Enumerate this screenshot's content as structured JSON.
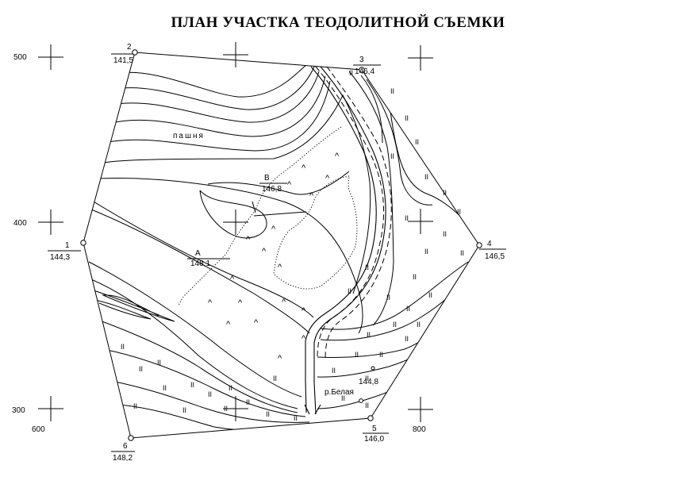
{
  "title": "ПЛАН УЧАСТКА ТЕОДОЛИТНОЙ СЪЕМКИ",
  "grid_labels": {
    "y500": "500",
    "y400": "400",
    "y300": "300",
    "x600": "600",
    "x800": "800"
  },
  "stations": [
    {
      "id": "1",
      "number": "1",
      "elevation": "144,3"
    },
    {
      "id": "2",
      "number": "2",
      "elevation": "141,5"
    },
    {
      "id": "3",
      "number": "3",
      "elevation": "146,4"
    },
    {
      "id": "4",
      "number": "4",
      "elevation": "146,5"
    },
    {
      "id": "5",
      "number": "5",
      "elevation": "146,0"
    },
    {
      "id": "6",
      "number": "6",
      "elevation": "148,2"
    }
  ],
  "points": [
    {
      "id": "A",
      "name": "A",
      "elevation": "148,1"
    },
    {
      "id": "B",
      "name": "B",
      "elevation": "146,8"
    }
  ],
  "spot_heights": [
    {
      "id": "river-spot",
      "elevation": "144,8"
    }
  ],
  "labels": {
    "field": "пашня",
    "river": "р.Белая"
  },
  "colors": {
    "lines": "#000000",
    "background": "#ffffff"
  }
}
